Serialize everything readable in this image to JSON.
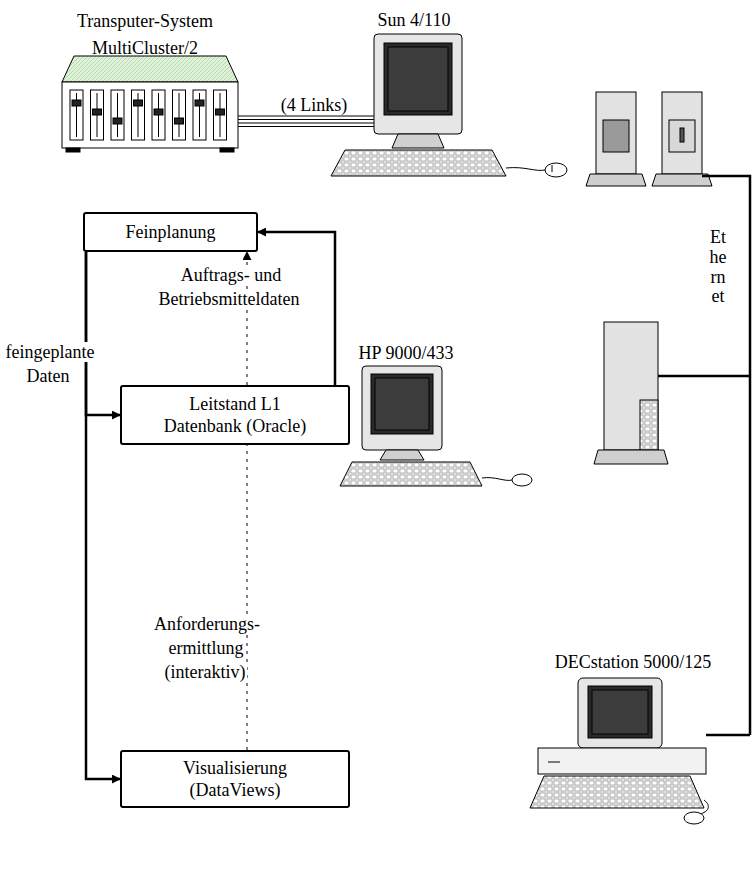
{
  "diagram": {
    "nodes": [
      {
        "text": [
          "Feinplanung"
        ]
      },
      {
        "text": [
          "Leitstand L1 Datenbank (Oracle)"
        ]
      },
      {
        "text": [
          "Visualisierung (DataViews)"
        ]
      }
    ],
    "edges": [
      {
        "from": 1,
        "to": 0,
        "arrow": "to",
        "label": "Auftrags- und Betriebsmitteldaten"
      },
      {
        "from": 0,
        "to": 1,
        "arrow": "to",
        "label": "feingeplante Daten"
      },
      {
        "from": 0,
        "to": 2,
        "arrow": "to"
      },
      {
        "from": 2,
        "to": 1,
        "arrow": "none",
        "label": "Anforderungs- ermittlung (interaktiv)"
      },
      {
        "from": 1,
        "to": 0,
        "arrow": "to"
      }
    ],
    "labels": [
      "Transputer-System MultiCluster/2",
      "(4 Links)",
      "Sun 4/110",
      "Ethernet",
      "HP 9000/433",
      "DECstation 5000/125"
    ]
  }
}
